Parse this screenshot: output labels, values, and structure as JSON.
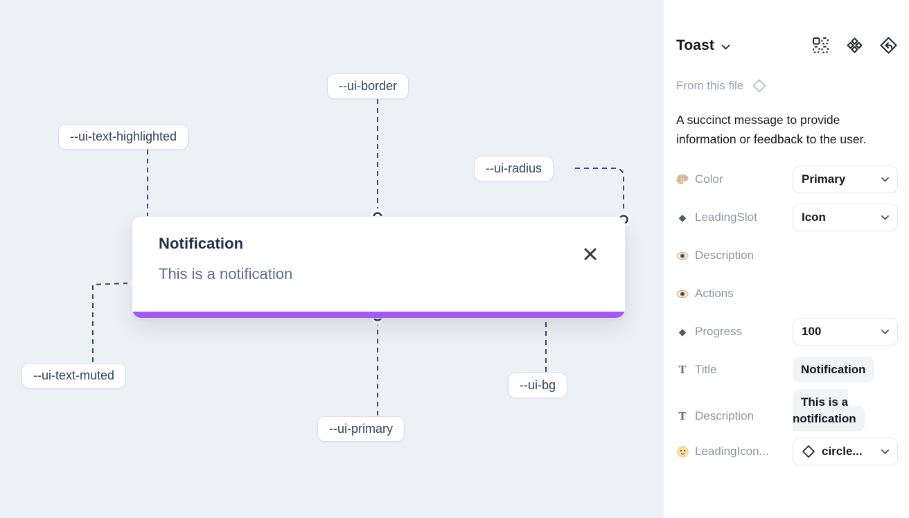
{
  "canvas": {
    "toast": {
      "title": "Notification",
      "description": "This is a notification",
      "close_icon": "x-close-icon"
    },
    "annotations": [
      {
        "label": "--ui-border"
      },
      {
        "label": "--ui-text-highlighted"
      },
      {
        "label": "--ui-radius"
      },
      {
        "label": "--ui-text-muted"
      },
      {
        "label": "--ui-primary"
      },
      {
        "label": "--ui-bg"
      }
    ],
    "colors": {
      "canvas_bg": "#edf0f5",
      "toast_primary_bar": "#a259f6",
      "toast_title_text": "#22304e",
      "toast_muted_text": "#5d6c8a"
    }
  },
  "panel": {
    "title": "Toast",
    "source_label": "From this file",
    "description": "A succinct message to provide information or feedback to the user.",
    "header_icons": [
      "component-grid-icon",
      "variants-diamonds-icon",
      "back-to-component-icon"
    ],
    "properties": [
      {
        "icon": "palette-emoji-icon",
        "label": "Color",
        "control": "select",
        "value": "Primary"
      },
      {
        "icon": "diamond-filled-icon",
        "label": "LeadingSlot",
        "control": "select",
        "value": "Icon"
      },
      {
        "icon": "eye-emoji-icon",
        "label": "Description",
        "control": "toggle",
        "value": "on"
      },
      {
        "icon": "eye-emoji-icon",
        "label": "Actions",
        "control": "toggle",
        "value": "on"
      },
      {
        "icon": "diamond-filled-icon",
        "label": "Progress",
        "control": "select",
        "value": "100"
      },
      {
        "icon": "text-T-icon",
        "label": "Title",
        "control": "text",
        "value": "Notification"
      },
      {
        "icon": "text-T-icon",
        "label": "Description",
        "control": "text",
        "value": "This is a notification"
      },
      {
        "icon": "smiley-emoji-icon",
        "label": "LeadingIcon...",
        "control": "select-with-icon",
        "value": "circle..."
      }
    ],
    "colors": {
      "toggle_on": "#1da0f2",
      "panel_bg": "#ffffff"
    }
  }
}
